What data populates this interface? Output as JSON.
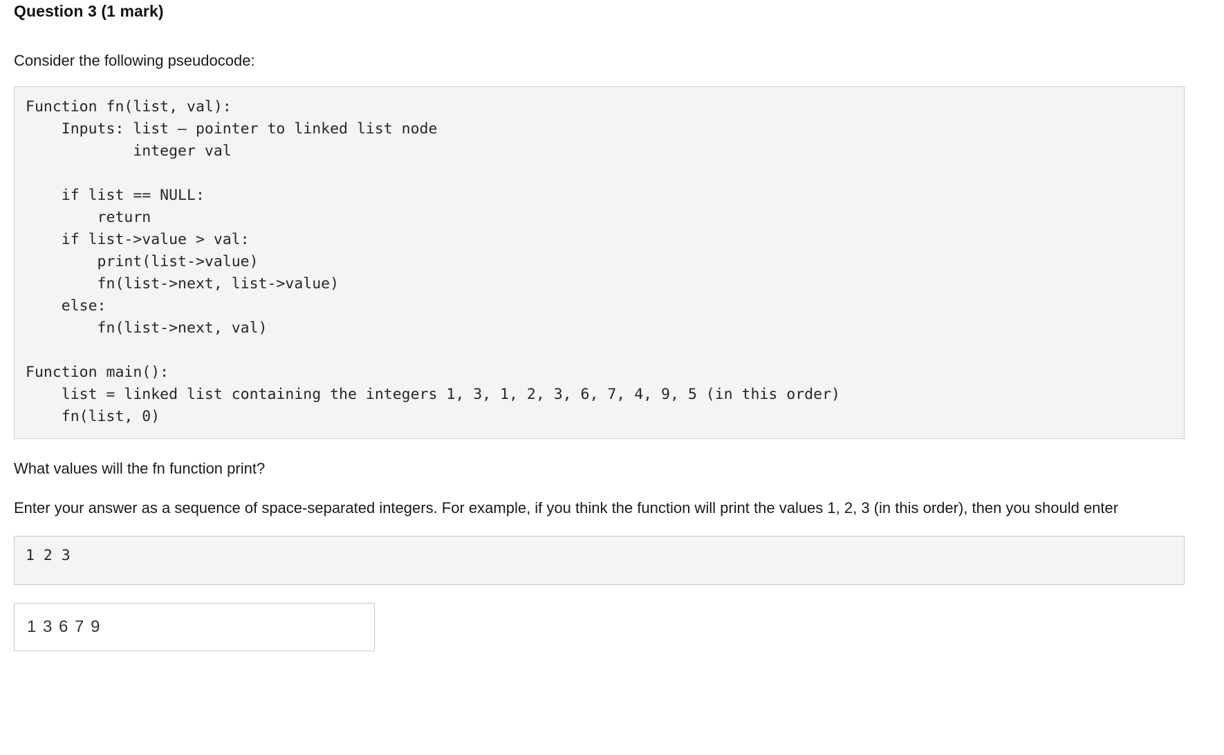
{
  "question": {
    "title": "Question 3 (1 mark)",
    "intro": "Consider the following pseudocode:",
    "pseudocode": "Function fn(list, val):\n    Inputs: list — pointer to linked list node\n            integer val\n\n    if list == NULL:\n        return\n    if list->value > val:\n        print(list->value)\n        fn(list->next, list->value)\n    else:\n        fn(list->next, val)\n\nFunction main():\n    list = linked list containing the integers 1, 3, 1, 2, 3, 6, 7, 4, 9, 5 (in this order)\n    fn(list, 0)",
    "prompt": "What values will the fn function print?",
    "instructions": "Enter your answer as a sequence of space-separated integers. For example, if you think the function will print the values 1, 2, 3 (in this order), then you should enter",
    "example_answer": "1 2 3",
    "answer_value": "1 3 6 7 9",
    "answer_placeholder": ""
  },
  "linked_list_values": [
    1,
    3,
    1,
    2,
    3,
    6,
    7,
    4,
    9,
    5
  ],
  "initial_val": 0,
  "colors": {
    "code_background": "#f4f4f4",
    "code_border": "#cdcdcd",
    "input_border": "#c9c9c9",
    "text": "#1a1a1a",
    "page_background": "#ffffff"
  }
}
